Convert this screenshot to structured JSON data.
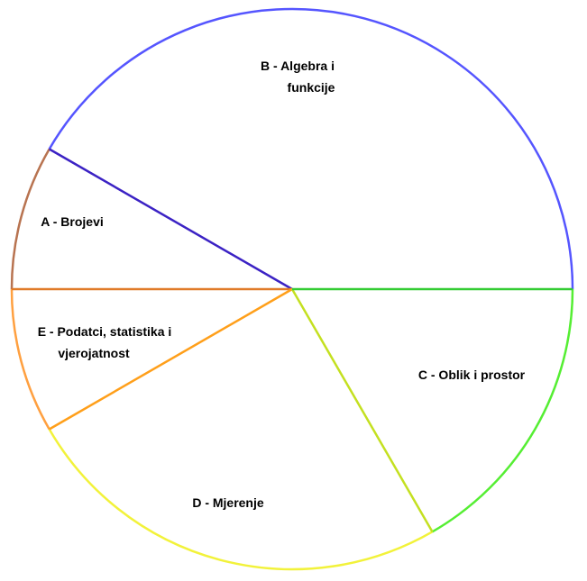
{
  "chart_data": {
    "type": "pie",
    "title": "",
    "slices": [
      {
        "label_lines": [
          "B - Algebra i",
          "funkcije"
        ],
        "degrees": 150,
        "percent": 41.7,
        "arc_color": "#5555ff",
        "edge_color": "#3b22c4"
      },
      {
        "label_lines": [
          "A - Brojevi"
        ],
        "degrees": 30,
        "percent": 8.3,
        "arc_color": "#b87350",
        "edge_color": "#e07a28"
      },
      {
        "label_lines": [
          "E - Podatci, statistika i",
          "vjerojatnost"
        ],
        "degrees": 30,
        "percent": 8.3,
        "arc_color": "#ffa040",
        "edge_color": "#ff9f1a"
      },
      {
        "label_lines": [
          "D - Mjerenje"
        ],
        "degrees": 90,
        "percent": 25.0,
        "arc_color": "#f2f23a",
        "edge_color": "#c4e020"
      },
      {
        "label_lines": [
          "C - Oblik i prostor"
        ],
        "degrees": 60,
        "percent": 16.7,
        "arc_color": "#55ee33",
        "edge_color": "#33cc33"
      }
    ],
    "start_angle_deg": 0,
    "direction": "counterclockwise"
  }
}
